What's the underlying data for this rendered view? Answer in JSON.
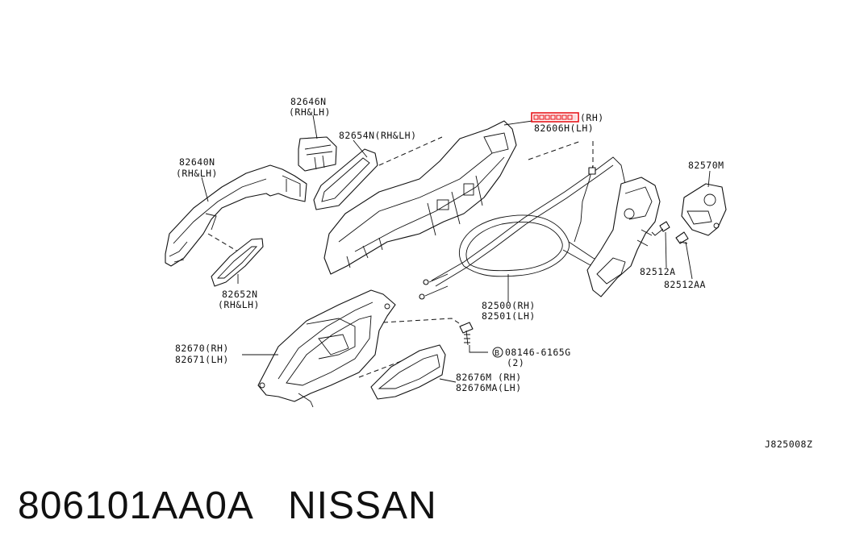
{
  "labels": {
    "l82646N": "82646N",
    "l82646N_side": "(RH&LH)",
    "l82654N": "82654N(RH&LH)",
    "l82640N": "82640N",
    "l82640N_side": "(RH&LH)",
    "l82652N": "82652N",
    "l82652N_side": "(RH&LH)",
    "l82606H_rh": "(RH)",
    "l82606H_lh": "82606H(LH)",
    "l82570M": "82570M",
    "l82512A": "82512A",
    "l82512AA": "82512AA",
    "l82500": "82500(RH)",
    "l82501": "82501(LH)",
    "l82670": "82670(RH)",
    "l82671": "82671(LH)",
    "l08146": "08146-6165G",
    "l08146_qty": "(2)",
    "l08146_prefix": "B",
    "l82676M": "82676M (RH)",
    "l82676MA": "82676MA(LH)",
    "diagram_code": "J825008Z"
  },
  "footer": {
    "part_number": "806101AA0A",
    "brand": "NISSAN"
  },
  "colors": {
    "highlight": "#e8161b",
    "ink": "#111111"
  }
}
